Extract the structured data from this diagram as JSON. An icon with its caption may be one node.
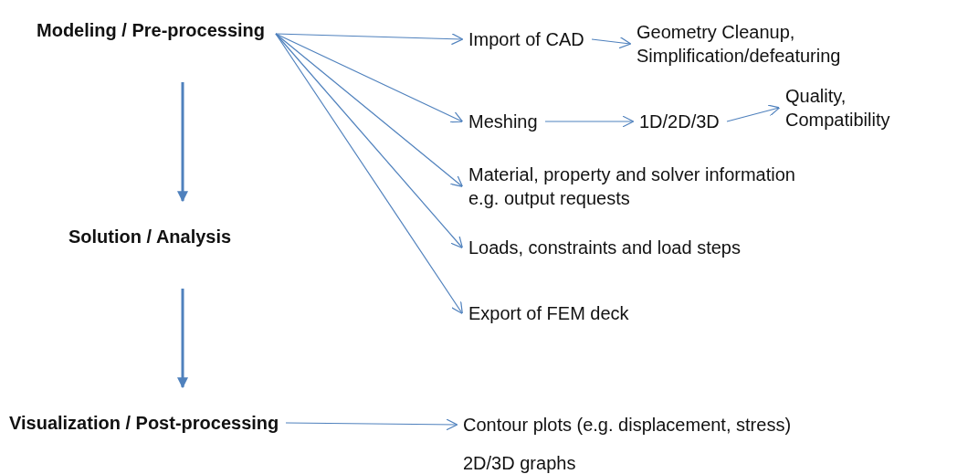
{
  "diagram": {
    "nodes": [
      {
        "text": [
          "Modeling / Pre-processing"
        ]
      },
      {
        "text": [
          "Solution / Analysis"
        ]
      },
      {
        "text": [
          "Visualization / Post-processing"
        ]
      },
      {
        "text": [
          "Import of CAD"
        ]
      },
      {
        "text": [
          "Geometry Cleanup, Simplification/defeaturing"
        ]
      },
      {
        "text": [
          "Meshing"
        ]
      },
      {
        "text": [
          "1D/2D/3D"
        ]
      },
      {
        "text": [
          "Quality, Compatibility"
        ]
      },
      {
        "text": [
          "Material, property and solver information e.g. output requests"
        ]
      },
      {
        "text": [
          "Loads, constraints and load steps"
        ]
      },
      {
        "text": [
          "Export of FEM deck"
        ]
      },
      {
        "text": [
          "Contour plots (e.g. displacement, stress)"
        ]
      }
    ],
    "edges": [
      {
        "from": 0,
        "to": 1,
        "arrow": "to",
        "style": "thick"
      },
      {
        "from": 1,
        "to": 2,
        "arrow": "to",
        "style": "thick"
      },
      {
        "from": 0,
        "to": 3,
        "arrow": "to"
      },
      {
        "from": 0,
        "to": 5,
        "arrow": "to"
      },
      {
        "from": 0,
        "to": 8,
        "arrow": "to"
      },
      {
        "from": 0,
        "to": 9,
        "arrow": "to"
      },
      {
        "from": 0,
        "to": 10,
        "arrow": "to"
      },
      {
        "from": 3,
        "to": 4,
        "arrow": "to"
      },
      {
        "from": 5,
        "to": 6,
        "arrow": "to"
      },
      {
        "from": 6,
        "to": 7,
        "arrow": "to"
      },
      {
        "from": 2,
        "to": 11,
        "arrow": "to"
      }
    ],
    "labels": [
      "2D/3D graphs"
    ]
  }
}
